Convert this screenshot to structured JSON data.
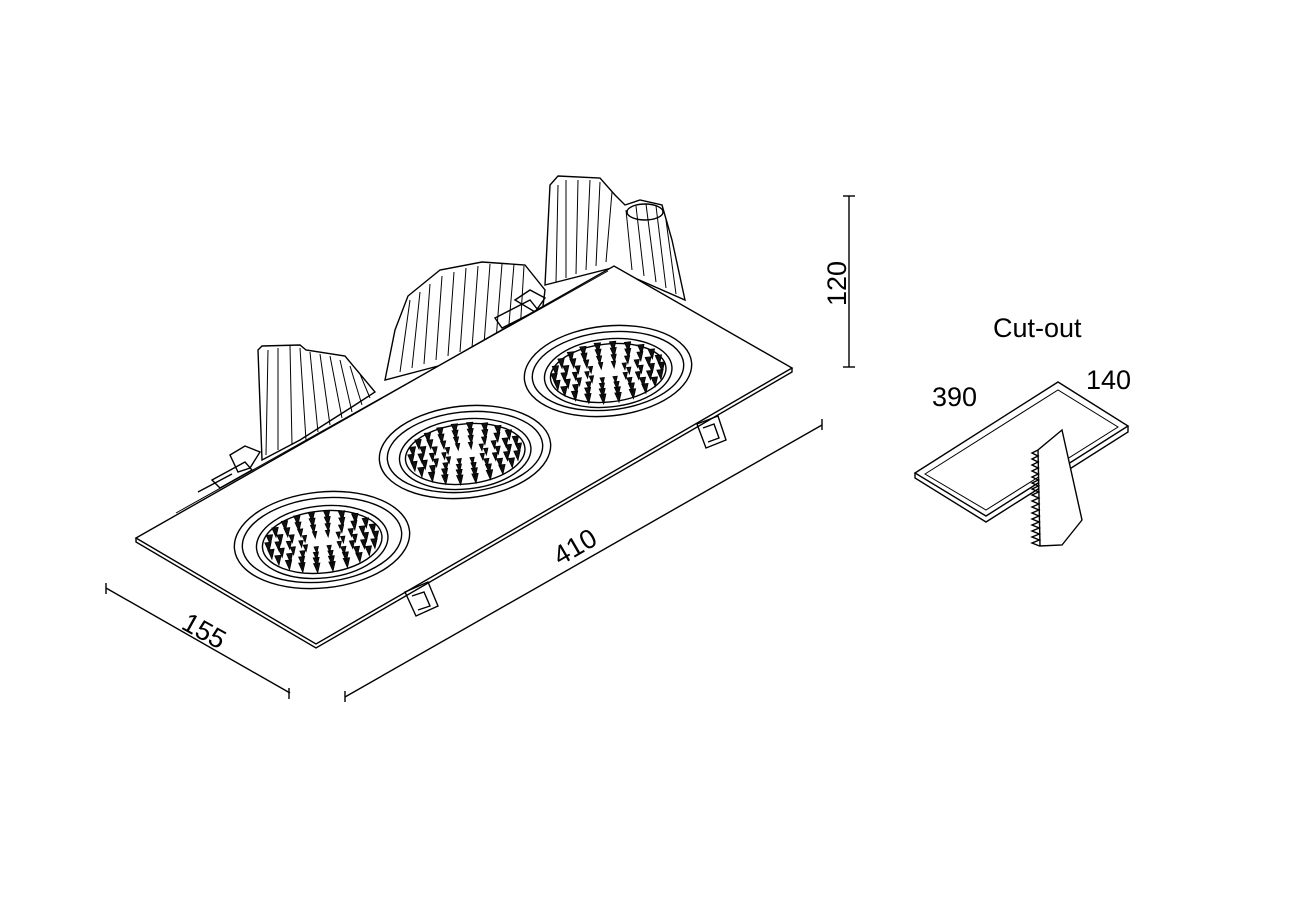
{
  "dimensions": {
    "length": "410",
    "width": "155",
    "height": "120"
  },
  "cutout": {
    "title": "Cut-out",
    "length": "390",
    "width": "140"
  },
  "colors": {
    "line": "#000000",
    "background": "#ffffff"
  }
}
